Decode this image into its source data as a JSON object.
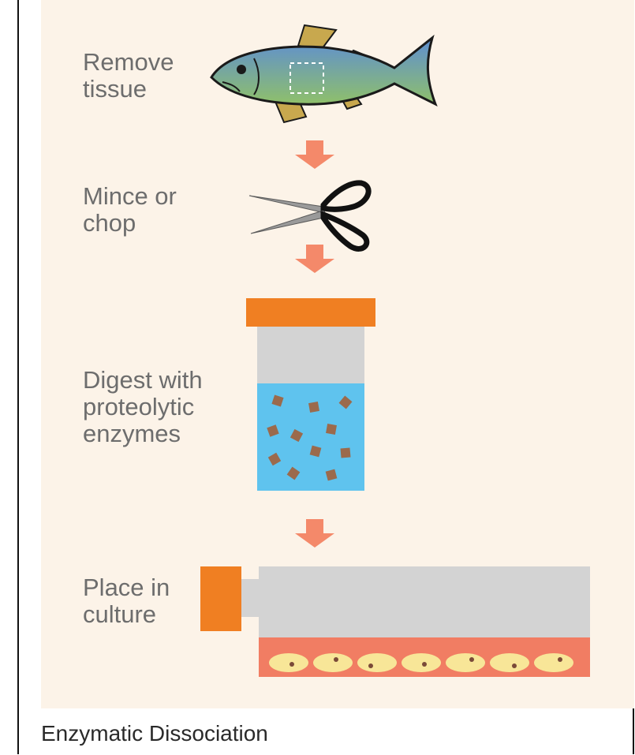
{
  "steps": [
    {
      "label": "Remove\ntissue",
      "icon": "fish-icon"
    },
    {
      "label": "Mince or\nchop",
      "icon": "scissors-icon"
    },
    {
      "label": "Digest with\nproteolytic\nenzymes",
      "icon": "digestion-tube-icon"
    },
    {
      "label": "Place in\nculture",
      "icon": "culture-flask-icon"
    }
  ],
  "caption": "Enzymatic Dissociation",
  "colors": {
    "background": "#fcf3e8",
    "arrow": "#f4896a",
    "cap": "#f07f22",
    "tube": "#d3d3d3",
    "liquid": "#5fc3ee",
    "tissue_piece": "#9b6a4c",
    "culture_medium": "#f17d63",
    "cell": "#f8e698"
  }
}
